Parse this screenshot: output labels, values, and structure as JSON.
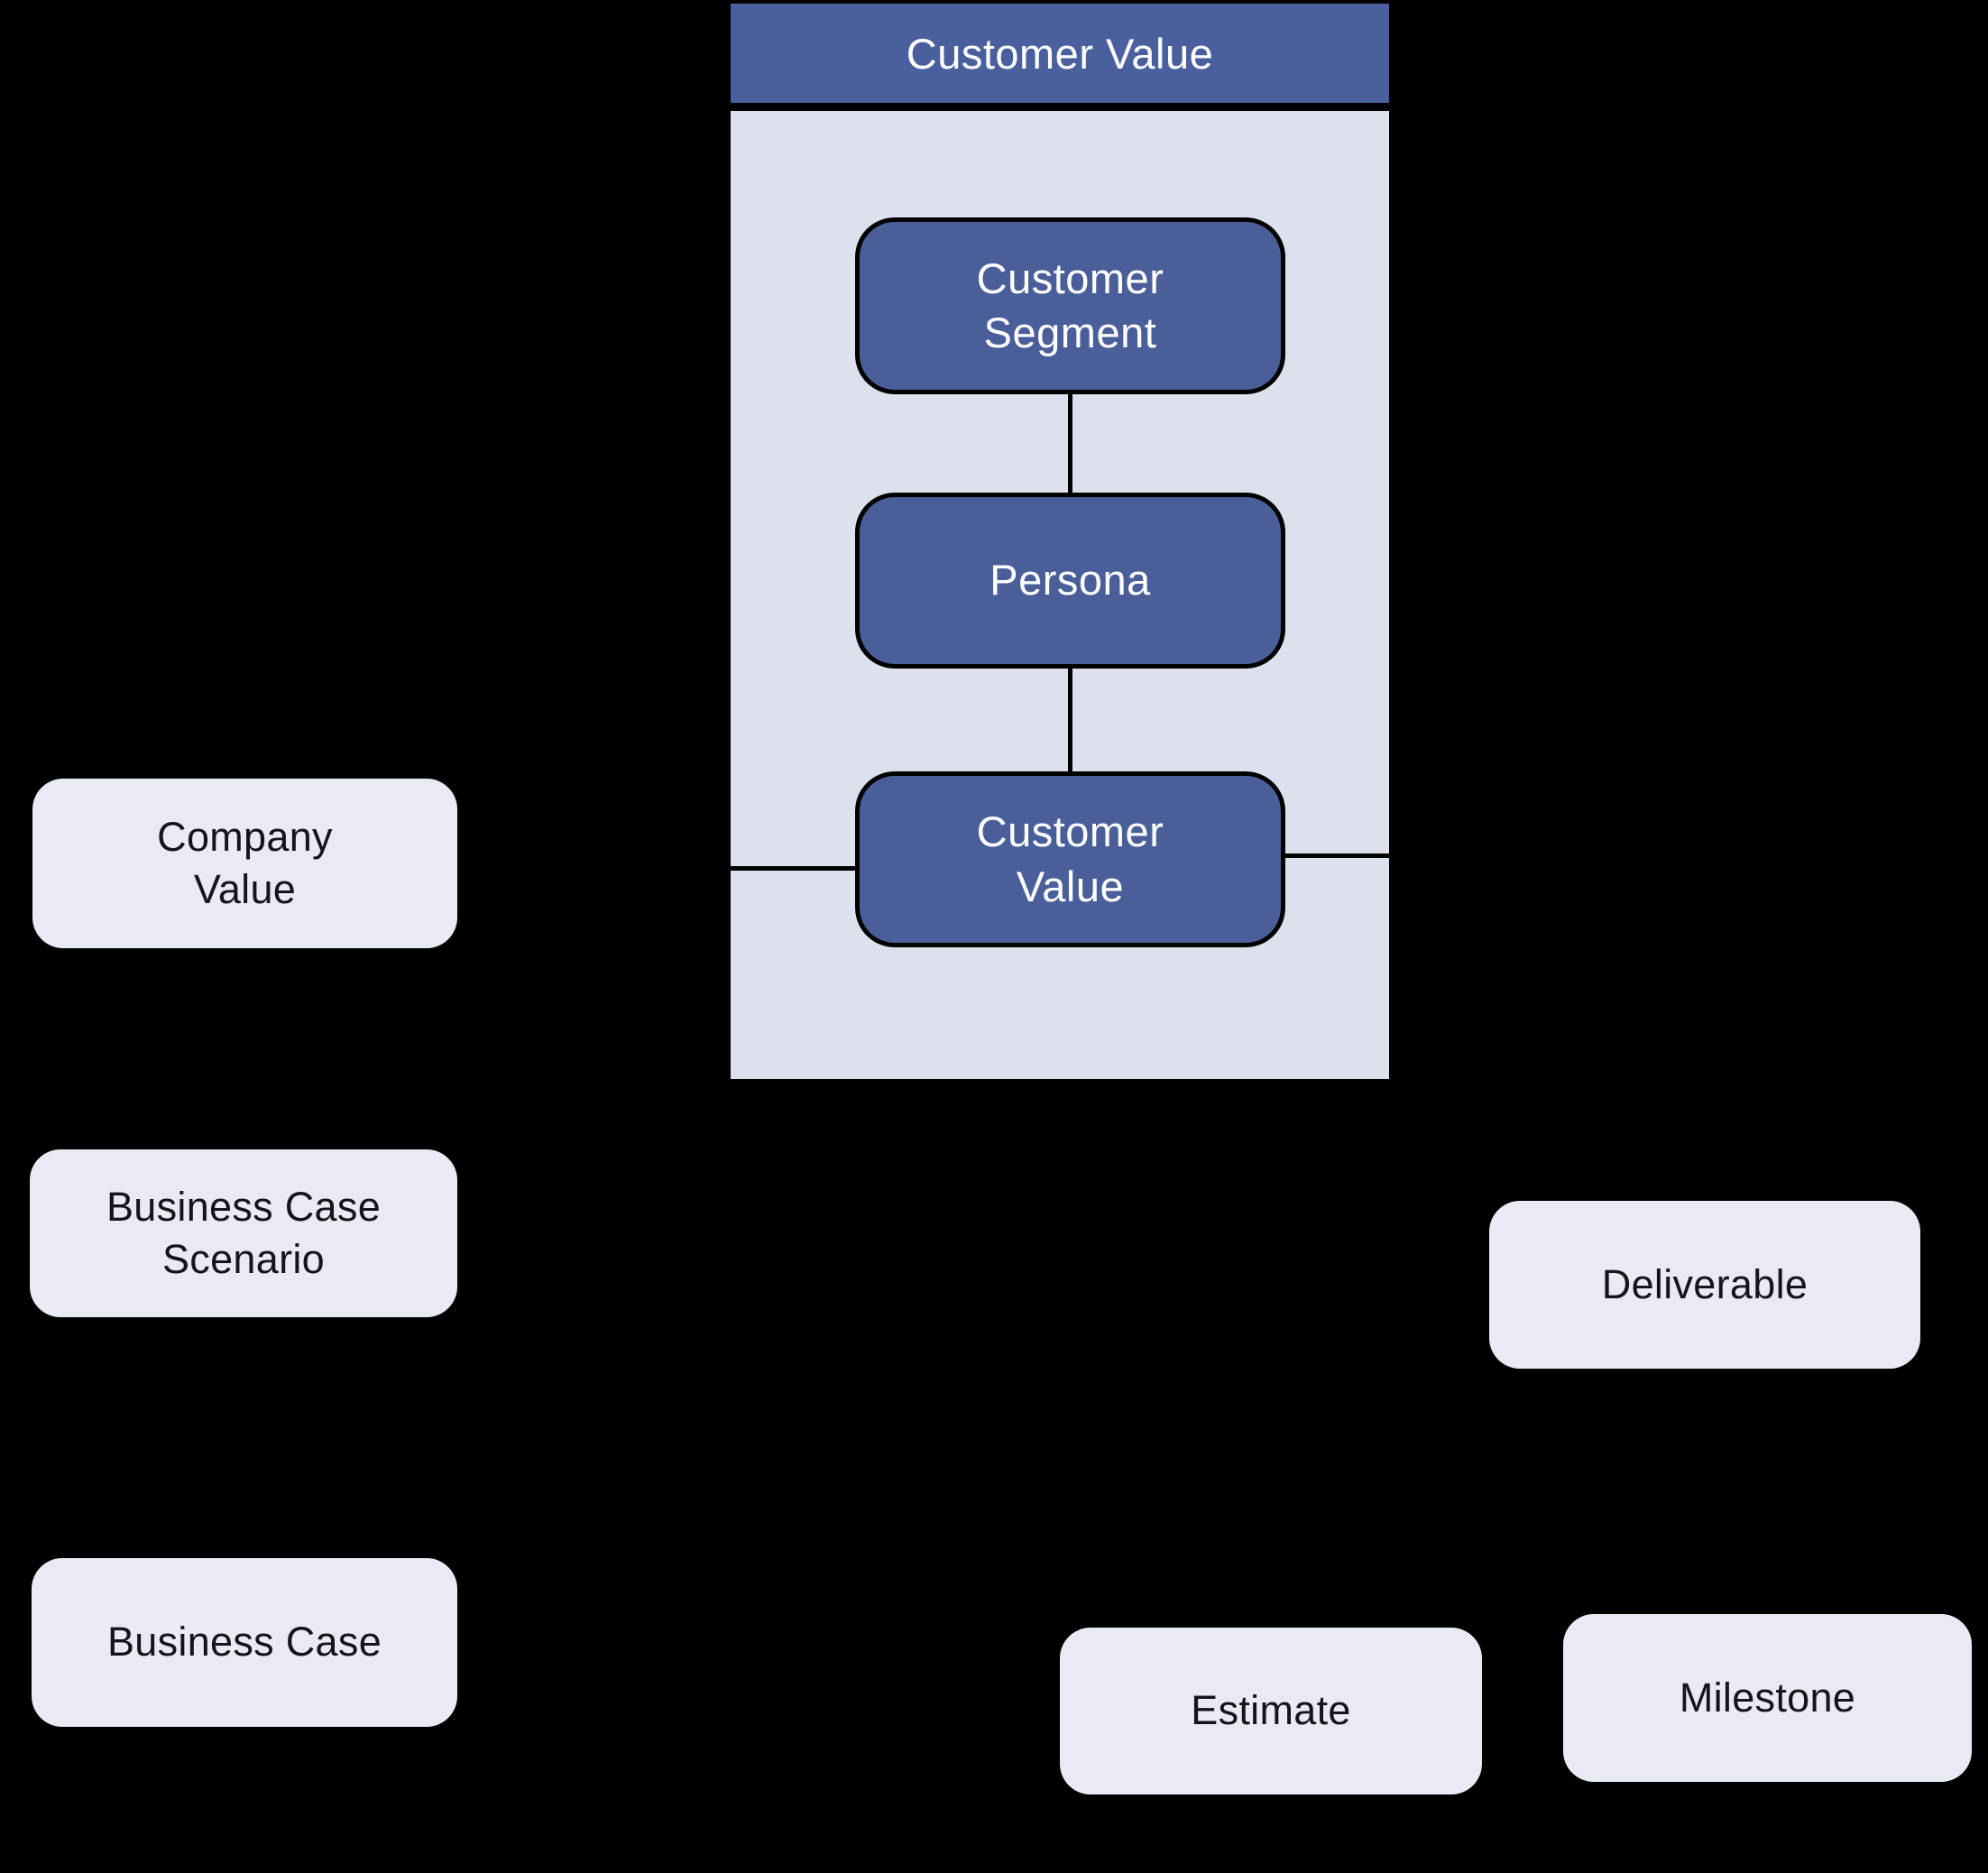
{
  "diagram": {
    "group": {
      "title": "Customer Value",
      "nodes": [
        {
          "label": "Customer\nSegment"
        },
        {
          "label": "Persona"
        },
        {
          "label": "Customer\nValue"
        }
      ]
    },
    "cards": [
      {
        "label": "Company\nValue"
      },
      {
        "label": "Business Case\nScenario"
      },
      {
        "label": "Business Case"
      },
      {
        "label": "Deliverable"
      },
      {
        "label": "Estimate"
      },
      {
        "label": "Milestone"
      }
    ],
    "colors": {
      "background": "#000000",
      "group_header_fill": "#4a5f9e",
      "group_body_fill": "#dde1ee",
      "node_fill": "#4a5f99",
      "node_border": "#000000",
      "node_text": "#ffffff",
      "card_fill": "#e9ebf4",
      "card_text": "#14141c",
      "connector": "#000000"
    }
  }
}
